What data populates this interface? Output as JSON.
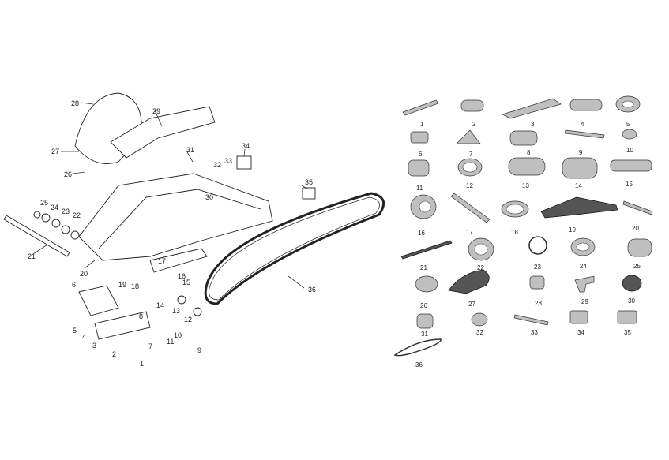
{
  "callouts": [
    "1",
    "2",
    "3",
    "4",
    "5",
    "6",
    "7",
    "8",
    "9",
    "10",
    "11",
    "12",
    "13",
    "14",
    "15",
    "16",
    "17",
    "18",
    "19",
    "20",
    "21",
    "22",
    "23",
    "24",
    "25",
    "26",
    "27",
    "28",
    "29",
    "30",
    "31",
    "32",
    "33",
    "34",
    "35",
    "36"
  ],
  "catalog_labels": [
    "1",
    "2",
    "3",
    "4",
    "5",
    "6",
    "7",
    "8",
    "9",
    "10",
    "11",
    "12",
    "13",
    "14",
    "15",
    "16",
    "17",
    "18",
    "19",
    "20",
    "21",
    "22",
    "23",
    "24",
    "25",
    "26",
    "27",
    "28",
    "29",
    "30",
    "31",
    "32",
    "33",
    "34",
    "35",
    "36"
  ],
  "colors": {
    "line": "#222222",
    "part_fill": "#bfbfbf",
    "dark_part": "#555555",
    "background": "#ffffff"
  }
}
